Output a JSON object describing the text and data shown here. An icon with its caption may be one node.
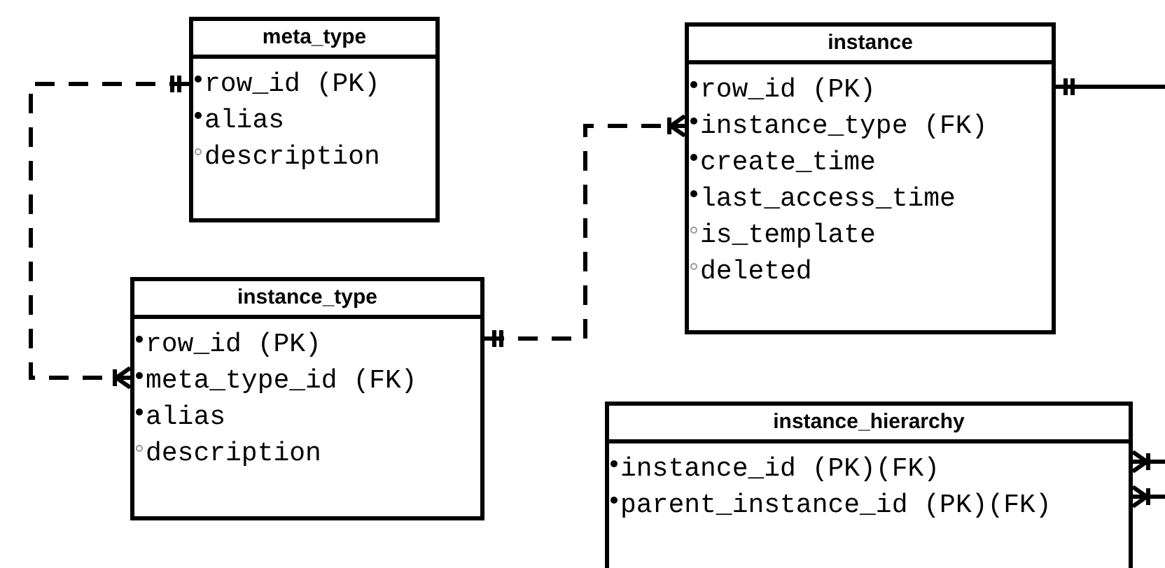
{
  "diagram": {
    "nodes": [
      {
        "text": [
          "meta_type",
          "row_id (PK)",
          "alias",
          "description"
        ]
      },
      {
        "text": [
          "instance",
          "row_id (PK)",
          "instance_type (FK)",
          "create_time",
          "last_access_time",
          "is_template",
          "deleted"
        ]
      },
      {
        "text": [
          "instance_type",
          "row_id (PK)",
          "meta_type_id (FK)",
          "alias",
          "description"
        ]
      },
      {
        "text": [
          "instance_hierarchy",
          "instance_id (PK)(FK)",
          "parent_instance_id (PK)(FK)"
        ]
      }
    ],
    "edges": [
      {
        "from": 0,
        "to": 2,
        "arrow": "other",
        "style": "dashed"
      },
      {
        "from": 2,
        "to": 1,
        "arrow": "other",
        "style": "dashed"
      },
      {
        "from": 1,
        "to": null,
        "arrow": "other"
      },
      {
        "from": 3,
        "to": null,
        "arrow": "other"
      },
      {
        "from": 3,
        "to": null,
        "arrow": "other"
      }
    ]
  }
}
